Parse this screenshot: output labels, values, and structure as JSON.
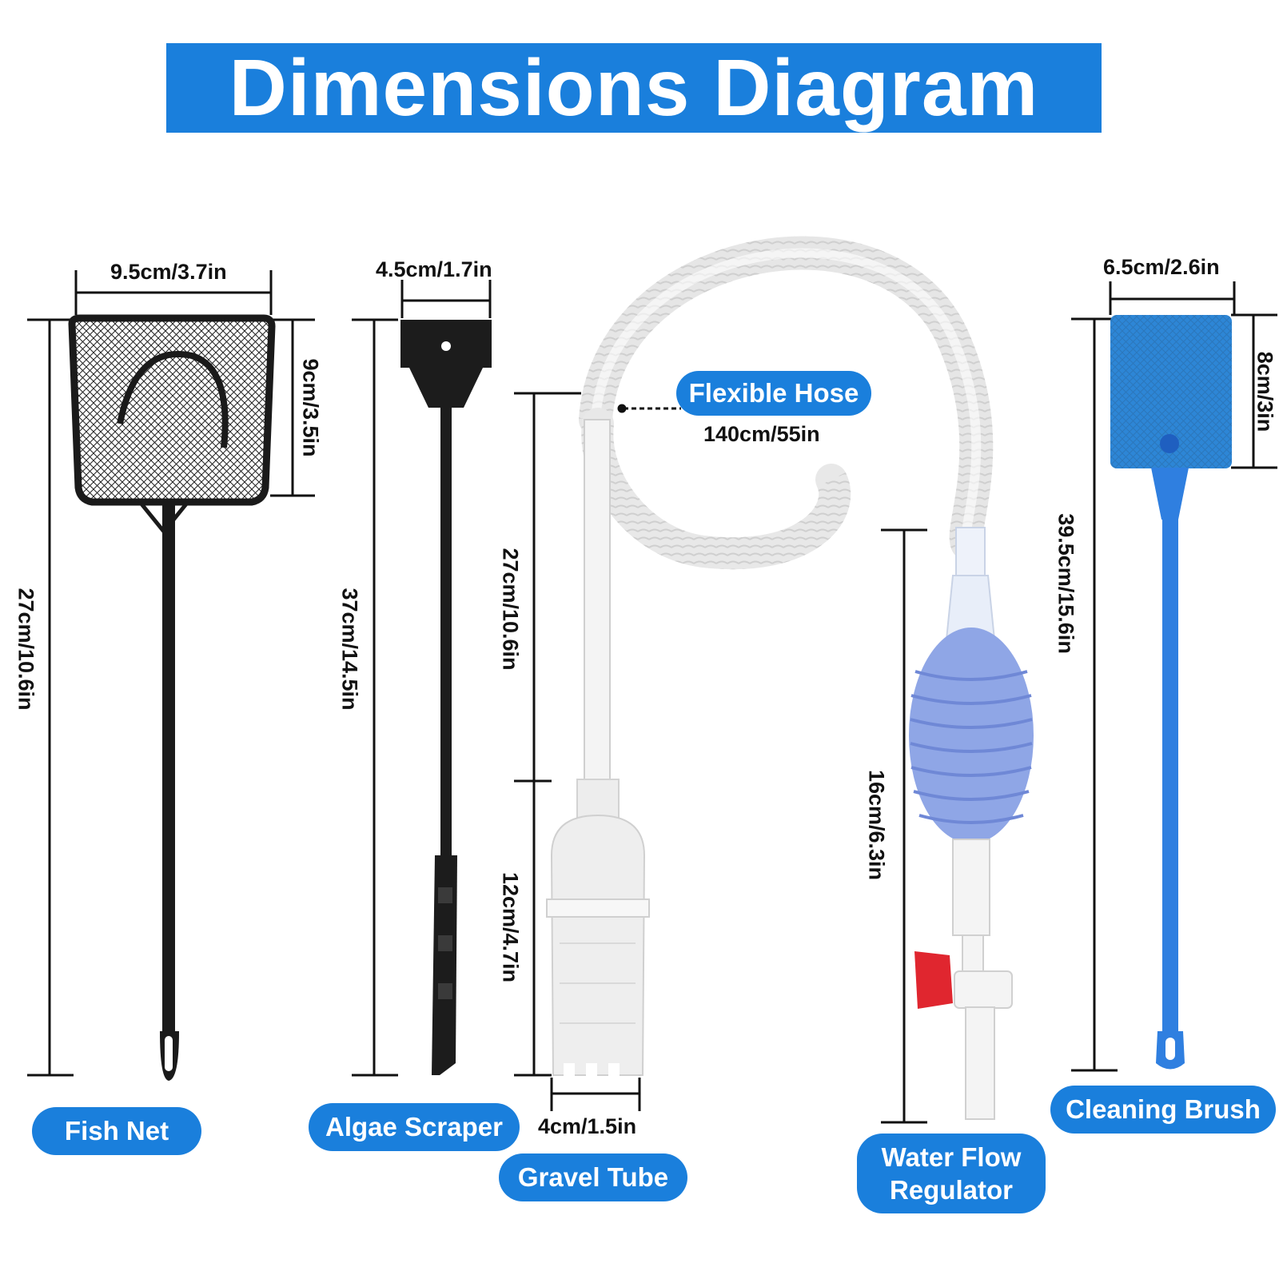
{
  "title": "Dimensions Diagram",
  "colors": {
    "accent": "#1a7fdc",
    "text": "#111111",
    "brush": "#2f7fe0",
    "valve": "#e0262f"
  },
  "products": {
    "fish_net": {
      "label": "Fish Net",
      "width": "9.5cm/3.7in",
      "head_height": "9cm/3.5in",
      "length": "27cm/10.6in"
    },
    "algae_scraper": {
      "label": "Algae Scraper",
      "width": "4.5cm/1.7in",
      "length": "37cm/14.5in"
    },
    "gravel_tube": {
      "label": "Gravel Tube",
      "upper_length": "27cm/10.6in",
      "lower_length": "12cm/4.7in",
      "diameter": "4cm/1.5in"
    },
    "flexible_hose": {
      "label": "Flexible Hose",
      "length": "140cm/55in"
    },
    "water_flow_regulator": {
      "label_line1": "Water Flow",
      "label_line2": "Regulator",
      "length": "16cm/6.3in"
    },
    "cleaning_brush": {
      "label": "Cleaning Brush",
      "width": "6.5cm/2.6in",
      "head_height": "8cm/3in",
      "length": "39.5cm/15.6in"
    }
  }
}
